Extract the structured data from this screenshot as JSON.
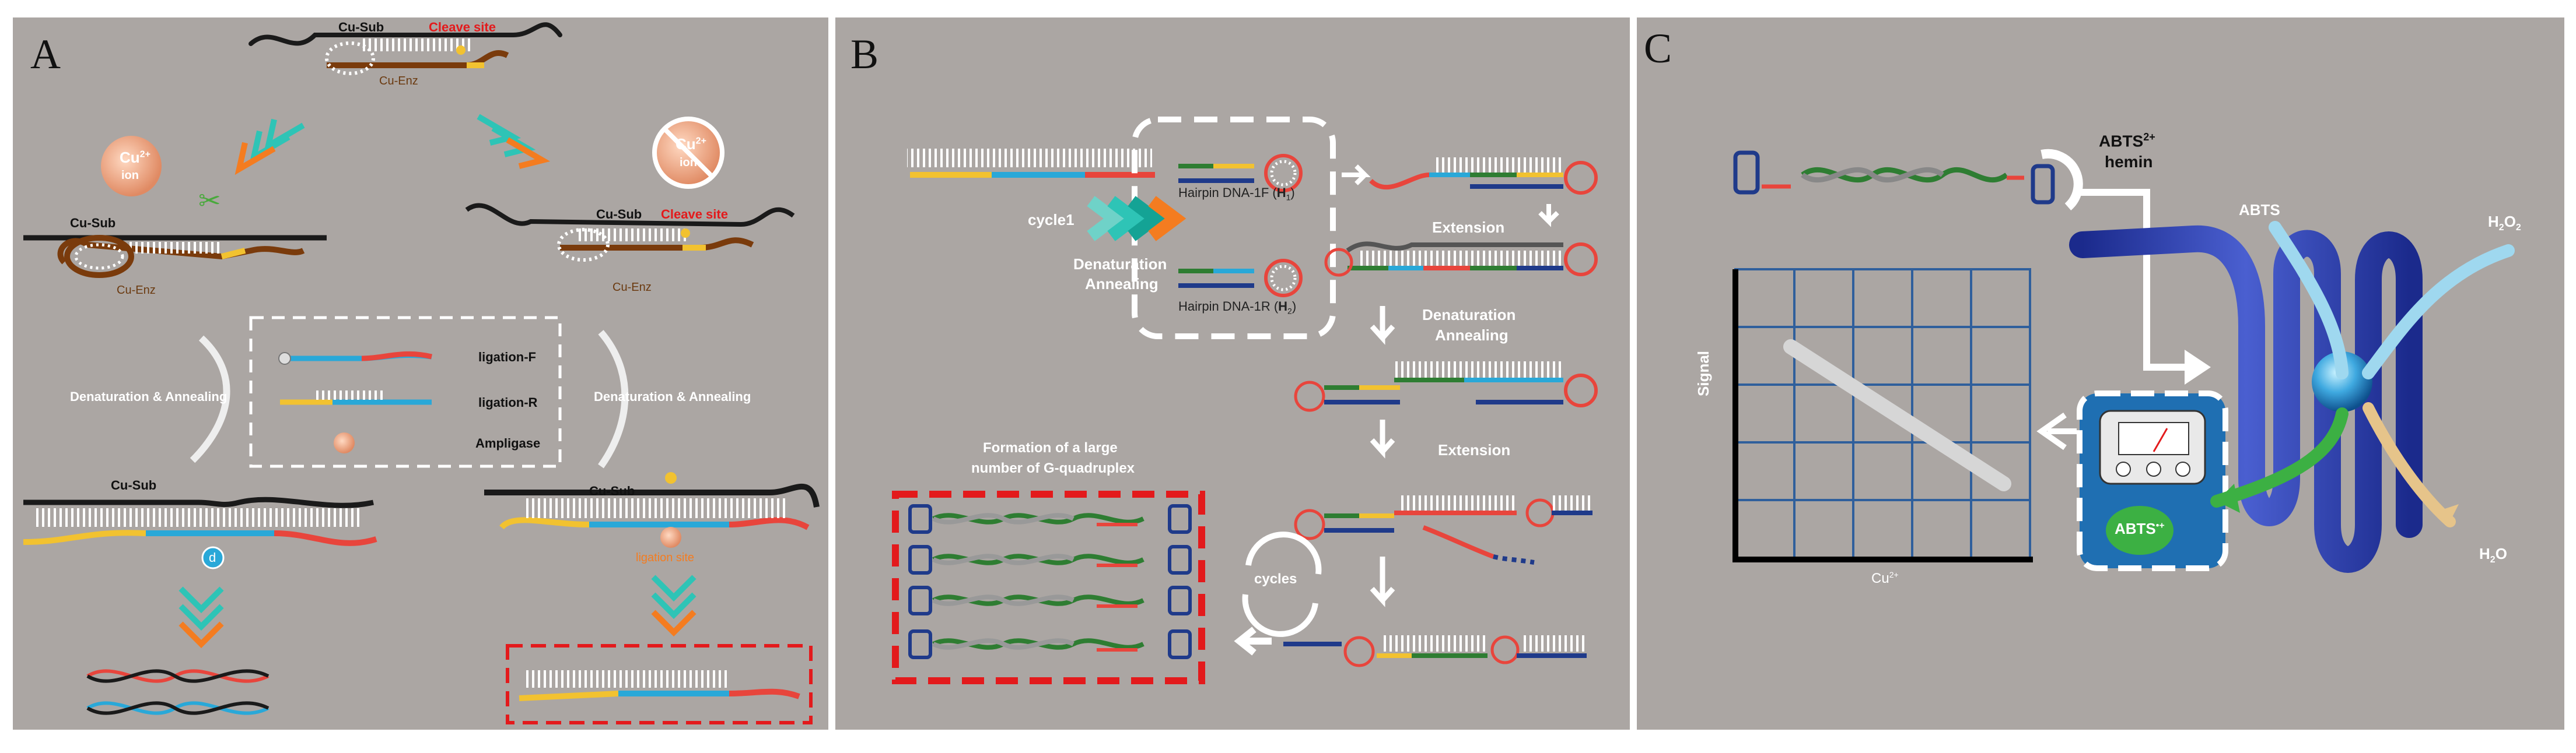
{
  "panels": {
    "a": {
      "letter": "A",
      "cu_sub": "Cu-Sub",
      "cleave_site": "Cleave site",
      "cu_enz": "Cu-Enz",
      "cu_ion": "Cu",
      "cu_ion_charge": "2+",
      "ion": "ion",
      "den_ann": "Denaturation & Annealing",
      "ligation_f": "ligation-F",
      "ligation_r": "ligation-R",
      "ampligase": "Ampligase",
      "ligation_site": "ligation site",
      "marker_d": "d"
    },
    "b": {
      "letter": "B",
      "hairpin_1f": "Hairpin DNA-1F (",
      "h1": "H",
      "h1_sub": "1",
      "hairpin_1r": "Hairpin DNA-1R (",
      "h2": "H",
      "h2_sub": "2",
      "cycle1": "cycle1",
      "denaturation": "Denaturation",
      "annealing": "Annealing",
      "extension": "Extension",
      "formation_line1": "Formation of a large",
      "formation_line2": "number of G-quadruplex",
      "cycles": "cycles"
    },
    "c": {
      "letter": "C",
      "abts2": "ABTS",
      "abts2_charge": "2+",
      "hemin": "hemin",
      "abts": "ABTS",
      "h2o2": "H",
      "h2o2_sub1": "2",
      "h2o2_mid": "O",
      "h2o2_sub2": "2",
      "h2o": "H",
      "h2o_sub": "2",
      "h2o_end": "O",
      "signal": "Signal",
      "cu_axis": "Cu",
      "cu_axis_charge": "2+",
      "abts_radical": "ABTS",
      "abts_radical_charge": "•+"
    }
  },
  "colors": {
    "panel_bg": "#aba6a3",
    "strand_black": "#1a1a1a",
    "strand_blue": "#29a8d8",
    "strand_red": "#e8453c",
    "strand_yellow": "#f2c230",
    "strand_green": "#2e7d32",
    "strand_navy": "#1f3a8a",
    "strand_brown": "#7a3b0c",
    "arrow_teal": "#2ec4b6",
    "arrow_orange": "#f47c20",
    "frame_red": "#e31a1c",
    "grid_blue": "#2f5f9c",
    "device_blue": "#1f6fb2"
  }
}
